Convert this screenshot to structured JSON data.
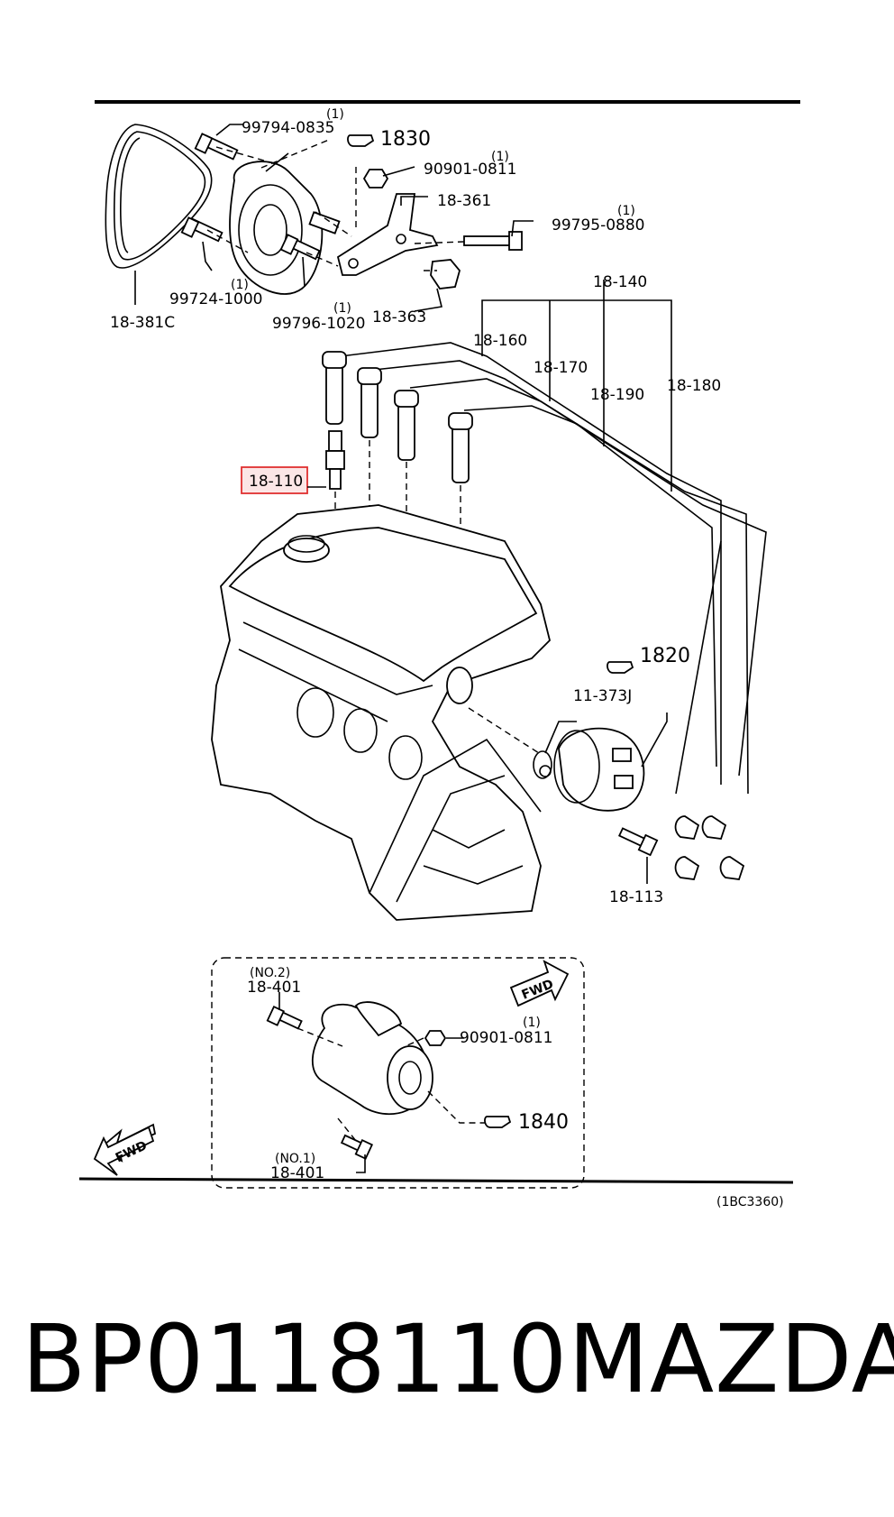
{
  "labels": {
    "p1": "99794-0835",
    "p1q": "(1)",
    "p2": "1830",
    "p3": "90901-0811",
    "p3q": "(1)",
    "p4": "18-361",
    "p5": "99795-0880",
    "p5q": "(1)",
    "p6": "99724-1000",
    "p6q": "(1)",
    "p7": "99796-1020",
    "p7q": "(1)",
    "p8": "18-363",
    "p9": "18-381C",
    "p10": "18-140",
    "p11": "18-160",
    "p12": "18-170",
    "p13": "18-190",
    "p14": "18-180",
    "p15": "18-110",
    "p16": "1820",
    "p17": "11-373J",
    "p18": "18-113",
    "p19n": "(NO.2)",
    "p19": "18-401",
    "p20": "90901-0811",
    "p20q": "(1)",
    "p21": "1840",
    "p22n": "(NO.1)",
    "p22": "18-401",
    "fwd1": "FWD",
    "fwd2": "FWD",
    "code": "(1BC3360)"
  },
  "caption": {
    "part_number": "BP0118110",
    "brand": "MAZDA"
  },
  "highlight_color": "#e03030"
}
